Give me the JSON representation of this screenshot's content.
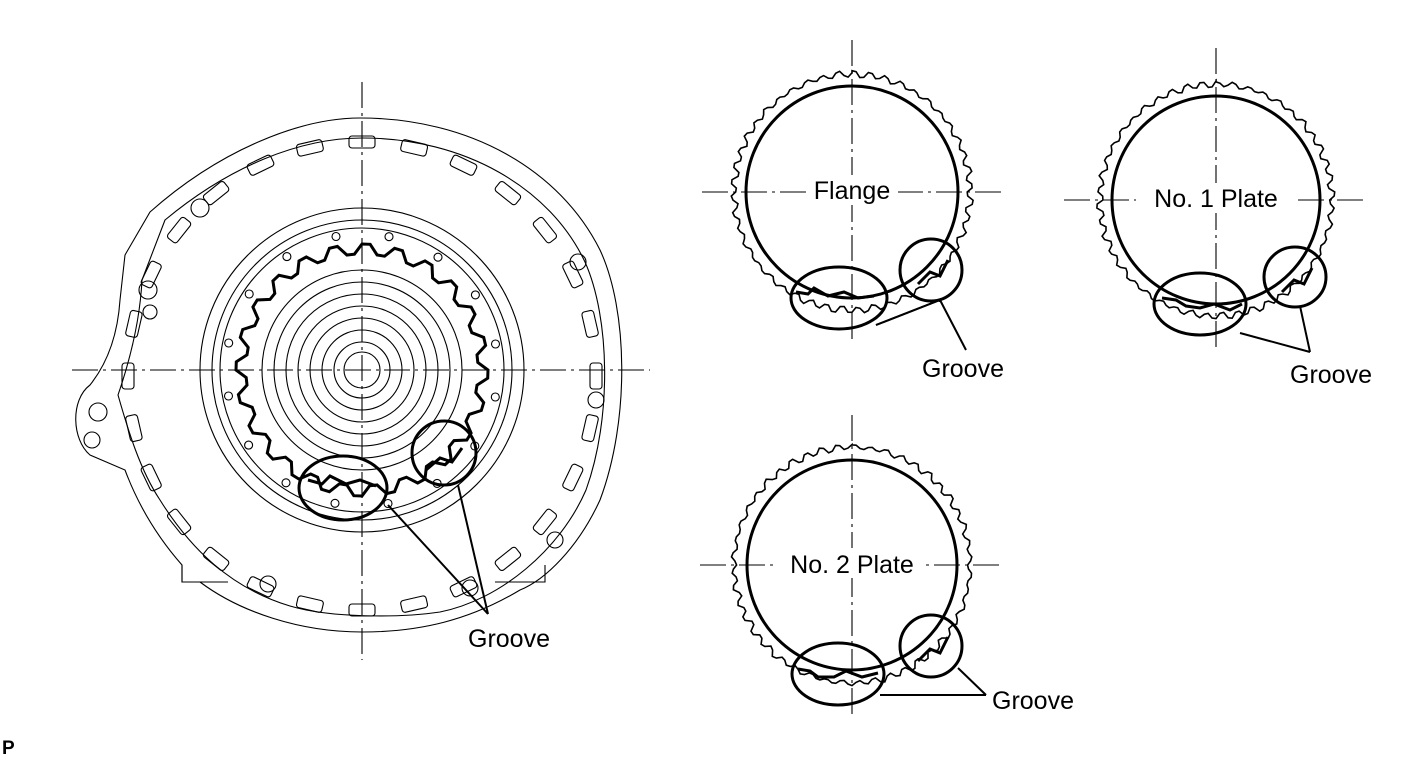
{
  "figure": {
    "code": "P",
    "case": {
      "groove_label": "Groove"
    },
    "parts": [
      {
        "id": "flange",
        "name": "Flange",
        "groove_label": "Groove"
      },
      {
        "id": "no1-plate",
        "name": "No. 1 Plate",
        "groove_label": "Groove"
      },
      {
        "id": "no2-plate",
        "name": "No. 2 Plate",
        "groove_label": "Groove"
      }
    ]
  }
}
